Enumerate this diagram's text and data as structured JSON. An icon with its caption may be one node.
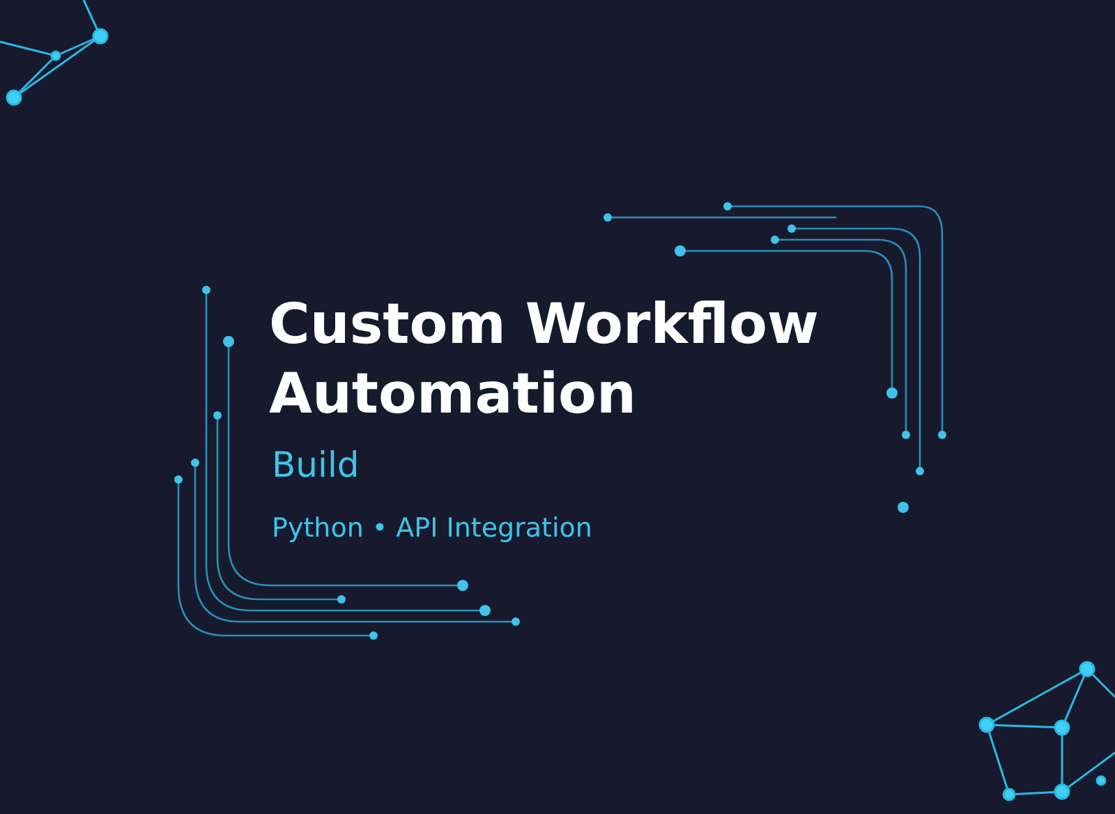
{
  "diagram": {
    "title": "Custom Workflow Automation",
    "labels": [
      "Build",
      "Python • API Integration"
    ]
  }
}
